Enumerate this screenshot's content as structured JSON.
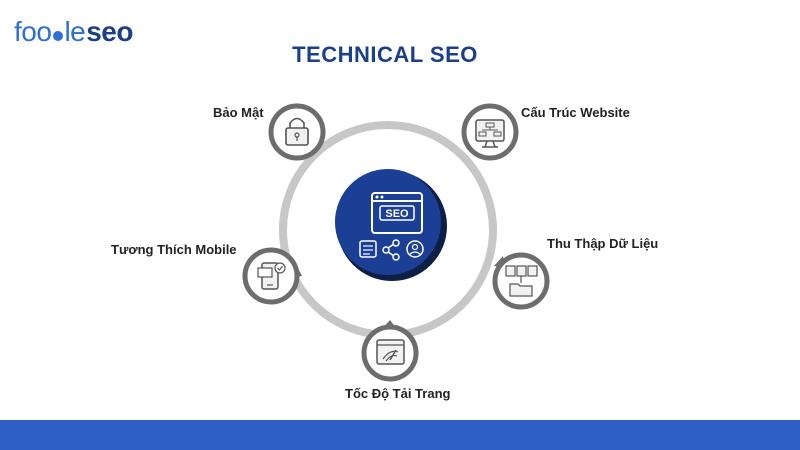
{
  "brand": {
    "logo_text_1": "foo",
    "logo_text_2": "le",
    "logo_text_3": "seo"
  },
  "title": "TECHNICAL SEO",
  "center": {
    "badge_text": "SEO",
    "color": "#1a3f94"
  },
  "nodes": [
    {
      "label": "Bảo Mật",
      "icon": "lock-icon"
    },
    {
      "label": "Cấu Trúc Website",
      "icon": "website-structure-icon"
    },
    {
      "label": "Tương Thích Mobile",
      "icon": "mobile-check-icon"
    },
    {
      "label": "Thu Thập Dữ Liệu",
      "icon": "data-collection-icon"
    },
    {
      "label": "Tốc Độ Tải Trang",
      "icon": "page-speed-icon"
    }
  ],
  "colors": {
    "ring": "#c7c7c7",
    "node_border": "#6d6d6d",
    "footer": "#2d5fc4",
    "title": "#1c3f8a"
  }
}
